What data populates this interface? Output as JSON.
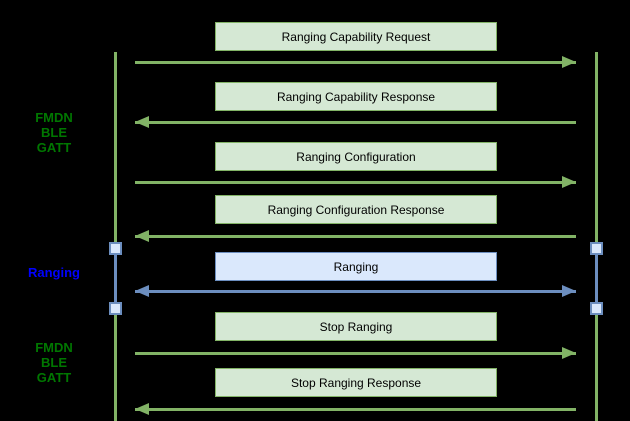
{
  "colors": {
    "background": "#000000",
    "green_stroke": "#82b366",
    "green_fill": "#d5e8d4",
    "blue_stroke": "#6c8ebf",
    "blue_fill": "#dae8fc",
    "green_label_text": "#007700",
    "blue_label_text": "#0000ff",
    "message_text": "#000000"
  },
  "side_labels": {
    "gatt_top": {
      "line1": "FMDN",
      "line2": "BLE",
      "line3": "GATT"
    },
    "ranging": {
      "line1": "Ranging"
    },
    "gatt_bottom": {
      "line1": "FMDN",
      "line2": "BLE",
      "line3": "GATT"
    }
  },
  "messages": [
    {
      "label": "Ranging Capability Request",
      "direction": "right",
      "style": "green"
    },
    {
      "label": "Ranging Capability Response",
      "direction": "left",
      "style": "green"
    },
    {
      "label": "Ranging Configuration",
      "direction": "right",
      "style": "green"
    },
    {
      "label": "Ranging Configuration Response",
      "direction": "left",
      "style": "green"
    },
    {
      "label": "Ranging",
      "direction": "both",
      "style": "blue"
    },
    {
      "label": "Stop Ranging",
      "direction": "right",
      "style": "green"
    },
    {
      "label": "Stop Ranging Response",
      "direction": "left",
      "style": "green"
    }
  ]
}
